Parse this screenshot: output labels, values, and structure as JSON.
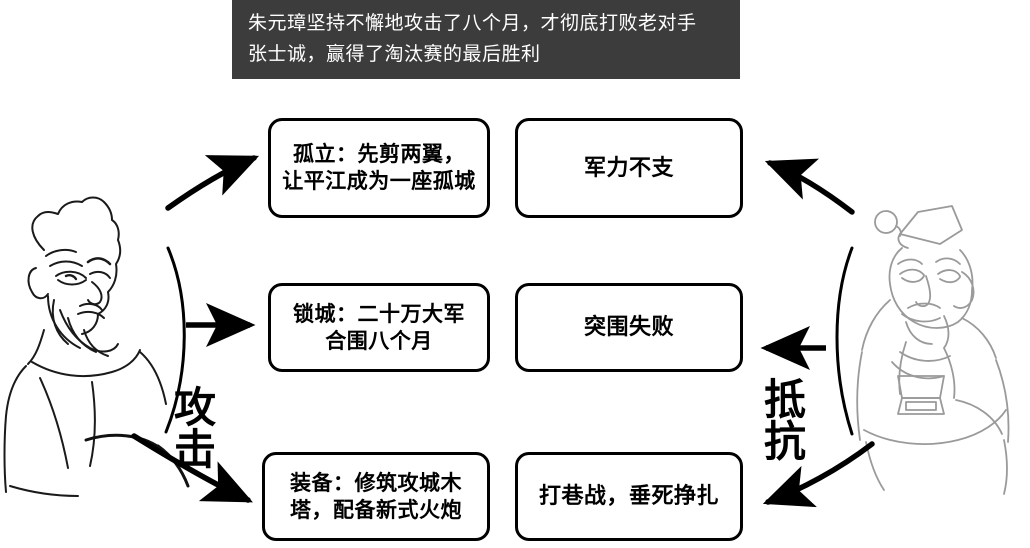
{
  "caption": {
    "lines": [
      "朱元璋坚持不懈地攻击了八个月，才彻底打败老对手",
      "张士诚，赢得了淘汰赛的最后胜利"
    ],
    "background_color": "#3c3c3c",
    "text_color": "#ffffff"
  },
  "left_actor": {
    "icon_name": "zhu-yuanzhang-portrait",
    "side_label": {
      "char1": "攻",
      "char2": "击"
    }
  },
  "right_actor": {
    "icon_name": "zhang-shicheng-portrait",
    "side_label": {
      "char1": "抵",
      "char2": "抗"
    }
  },
  "columns": {
    "attack_boxes": [
      {
        "line1": "孤立：先剪两翼，",
        "line2": "让平江成为一座孤城"
      },
      {
        "line1": "锁城：二十万大军",
        "line2": "合围八个月"
      },
      {
        "line1": "装备：修筑攻城木",
        "line2": "塔，配备新式火炮"
      }
    ],
    "resist_boxes": [
      {
        "line1": "军力不支",
        "line2": ""
      },
      {
        "line1": "突围失败",
        "line2": ""
      },
      {
        "line1": "打巷战，垂死挣扎",
        "line2": ""
      }
    ]
  },
  "arrows": {
    "left_direction": "right",
    "right_direction": "left",
    "count": 6
  },
  "colors": {
    "stroke": "#000000",
    "box_border": "#000000",
    "background": "#ffffff",
    "portrait_left_stroke": "#1a1a1a",
    "portrait_right_stroke": "#9a9a9a"
  }
}
